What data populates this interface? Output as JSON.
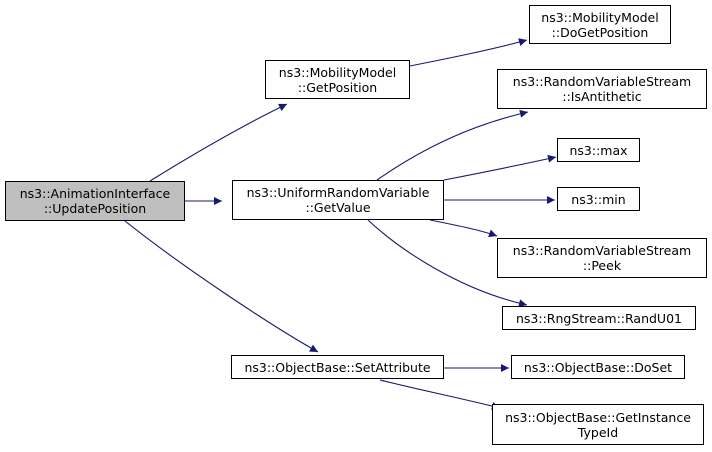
{
  "colors": {
    "edge": "#191970",
    "root_fill": "#bfbfbf",
    "node_fill": "#ffffff",
    "border": "#000000"
  },
  "nodes": [
    {
      "id": "update_position",
      "lines": [
        "ns3::AnimationInterface",
        "::UpdatePosition"
      ],
      "highlighted": true
    },
    {
      "id": "mm_get_position",
      "lines": [
        "ns3::MobilityModel",
        "::GetPosition"
      ]
    },
    {
      "id": "mm_do_get_position",
      "lines": [
        "ns3::MobilityModel",
        "::DoGetPosition"
      ]
    },
    {
      "id": "urv_get_value",
      "lines": [
        "ns3::UniformRandomVariable",
        "::GetValue"
      ]
    },
    {
      "id": "rvs_is_antithetic",
      "lines": [
        "ns3::RandomVariableStream",
        "::IsAntithetic"
      ]
    },
    {
      "id": "max",
      "lines": [
        "ns3::max"
      ]
    },
    {
      "id": "min",
      "lines": [
        "ns3::min"
      ]
    },
    {
      "id": "rvs_peek",
      "lines": [
        "ns3::RandomVariableStream",
        "::Peek"
      ]
    },
    {
      "id": "rng_rand_u01",
      "lines": [
        "ns3::RngStream::RandU01"
      ]
    },
    {
      "id": "ob_set_attribute",
      "lines": [
        "ns3::ObjectBase::SetAttribute"
      ]
    },
    {
      "id": "ob_do_set",
      "lines": [
        "ns3::ObjectBase::DoSet"
      ]
    },
    {
      "id": "ob_get_instance_type_id",
      "lines": [
        "ns3::ObjectBase::GetInstance",
        "TypeId"
      ]
    }
  ],
  "edges": [
    {
      "from": "update_position",
      "to": "mm_get_position"
    },
    {
      "from": "update_position",
      "to": "urv_get_value"
    },
    {
      "from": "update_position",
      "to": "ob_set_attribute"
    },
    {
      "from": "mm_get_position",
      "to": "mm_do_get_position"
    },
    {
      "from": "urv_get_value",
      "to": "rvs_is_antithetic"
    },
    {
      "from": "urv_get_value",
      "to": "max"
    },
    {
      "from": "urv_get_value",
      "to": "min"
    },
    {
      "from": "urv_get_value",
      "to": "rvs_peek"
    },
    {
      "from": "urv_get_value",
      "to": "rng_rand_u01"
    },
    {
      "from": "ob_set_attribute",
      "to": "ob_do_set"
    },
    {
      "from": "ob_set_attribute",
      "to": "ob_get_instance_type_id"
    }
  ]
}
